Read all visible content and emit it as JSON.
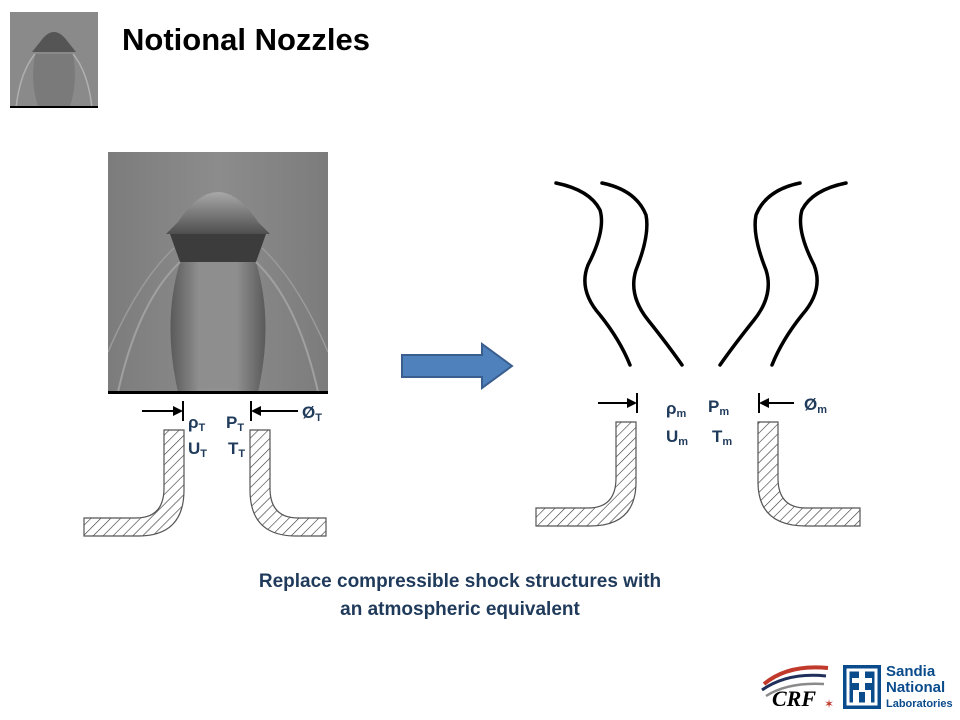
{
  "slide": {
    "title": "Notional Nozzles",
    "caption_line1": "Replace compressible shock structures with",
    "caption_line2": "an atmospheric equivalent"
  },
  "left_nozzle": {
    "rho": "ρ",
    "rho_sub": "T",
    "p": "P",
    "p_sub": "T",
    "u": "U",
    "u_sub": "T",
    "t": "T",
    "t_sub": "T",
    "dia": "Ø",
    "dia_sub": "T"
  },
  "right_nozzle": {
    "rho": "ρ",
    "rho_sub": "m",
    "p": "P",
    "p_sub": "m",
    "u": "U",
    "u_sub": "m",
    "t": "T",
    "t_sub": "m",
    "dia": "Ø",
    "dia_sub": "m"
  },
  "logos": {
    "crf": "CRF",
    "sandia_line1": "Sandia",
    "sandia_line2": "National",
    "sandia_line3": "Laboratories"
  },
  "colors": {
    "label": "#1f3a5a",
    "arrow_fill": "#4f81bd",
    "arrow_stroke": "#3a5f8f",
    "sandia_blue": "#0a4b8c"
  }
}
